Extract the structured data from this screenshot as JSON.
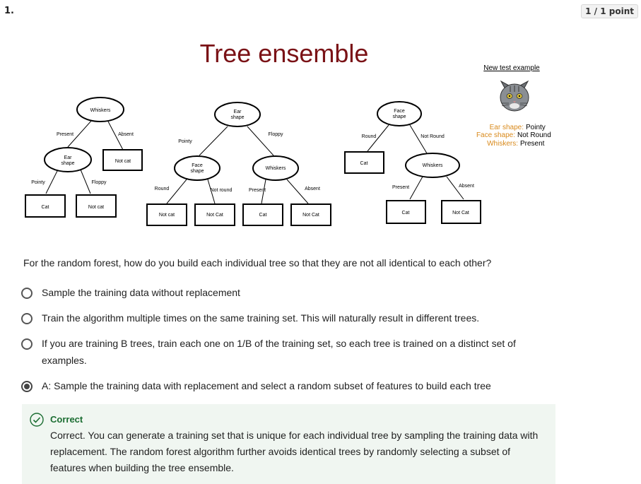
{
  "question_number": "1.",
  "score": "1 / 1 point",
  "figure": {
    "title": "Tree ensemble",
    "new_test_label": "New test example",
    "example": {
      "ear_label": "Ear shape:",
      "ear_value": "Pointy",
      "face_label": "Face shape:",
      "face_value": "Not Round",
      "whiskers_label": "Whiskers:",
      "whiskers_value": "Present"
    },
    "tree1": {
      "root": "Whiskers",
      "edge_left": "Present",
      "edge_right": "Absent",
      "child": [
        "Ear",
        "shape"
      ],
      "leaf_right": "Not cat",
      "edge_ll": "Pointy",
      "edge_lr": "Floppy",
      "leaf_ll": "Cat",
      "leaf_lr": "Not cat"
    },
    "tree2": {
      "root": [
        "Ear",
        "shape"
      ],
      "edge_left": "Pointy",
      "edge_right": "Floppy",
      "child_left": [
        "Face",
        "shape"
      ],
      "child_right": "Whiskers",
      "edge_ll": "Round",
      "edge_lr": "Not round",
      "edge_rl": "Present",
      "edge_rr": "Absent",
      "leaf1": "Not cat",
      "leaf2": "Not Cat",
      "leaf3": "Cat",
      "leaf4": "Not Cat"
    },
    "tree3": {
      "root": [
        "Face",
        "shape"
      ],
      "edge_left": "Round",
      "edge_right": "Not Round",
      "leaf_left": "Cat",
      "child": "Whiskers",
      "edge_rl": "Present",
      "edge_rr": "Absent",
      "leaf_rl": "Cat",
      "leaf_rr": "Not Cat"
    }
  },
  "question_text": "For the random forest, how do you build each individual tree so that they are not all identical to each other?",
  "options": [
    {
      "text": "Sample the training data without replacement"
    },
    {
      "text": "Train the algorithm multiple times on the same training set. This will naturally result in different trees."
    },
    {
      "text": "If you are training B trees, train each one on 1/B of the training set, so each tree is trained on a distinct set of examples."
    },
    {
      "text": "A: Sample the training data with replacement and select a random subset of features to build each tree"
    }
  ],
  "selected_option": 3,
  "feedback": {
    "title": "Correct",
    "text": "Correct.  You can generate a training set that is unique for each individual tree by sampling the training data with replacement. The random forest algorithm further avoids identical trees by randomly selecting a subset of features when building the tree ensemble."
  },
  "colors": {
    "title": "#7a1216",
    "label_orange": "#d98a1c",
    "correct_green": "#1b6d32",
    "feedback_bg": "#f0f6f1"
  }
}
